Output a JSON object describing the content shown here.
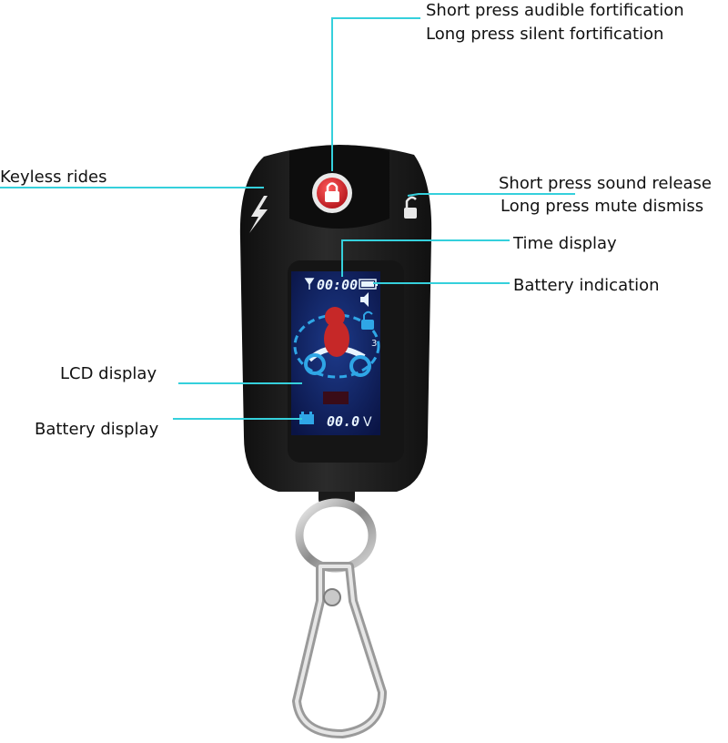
{
  "callouts": {
    "lock_button": {
      "line1": "Short press audible fortification",
      "line2": "Long press silent fortification"
    },
    "keyless": {
      "text": "Keyless rides"
    },
    "unlock_button": {
      "line1": "Short press sound release",
      "line2": "Long press mute dismiss"
    },
    "time_display": {
      "text": "Time display"
    },
    "battery_indication": {
      "text": "Battery indication"
    },
    "lcd_display": {
      "text": "LCD display"
    },
    "battery_display": {
      "text": "Battery display"
    }
  },
  "lcd": {
    "time": "00:00",
    "voltage": "00.0",
    "unit": "V",
    "gear": "3"
  },
  "colors": {
    "callout_line": "#35d0dc",
    "fob_body": "#1c1c1c",
    "lock_button": "#d8242c",
    "lcd_background": "#0c1a55",
    "lcd_text": "#e8f4ff",
    "motorbike_accent": "#c62828",
    "lcd_glow": "#2fa6e6"
  },
  "icons": [
    "lock-icon",
    "lightning-icon",
    "unlock-icon",
    "antenna-icon",
    "battery-icon",
    "speaker-icon",
    "motorbike-rider-icon",
    "car-battery-icon"
  ]
}
